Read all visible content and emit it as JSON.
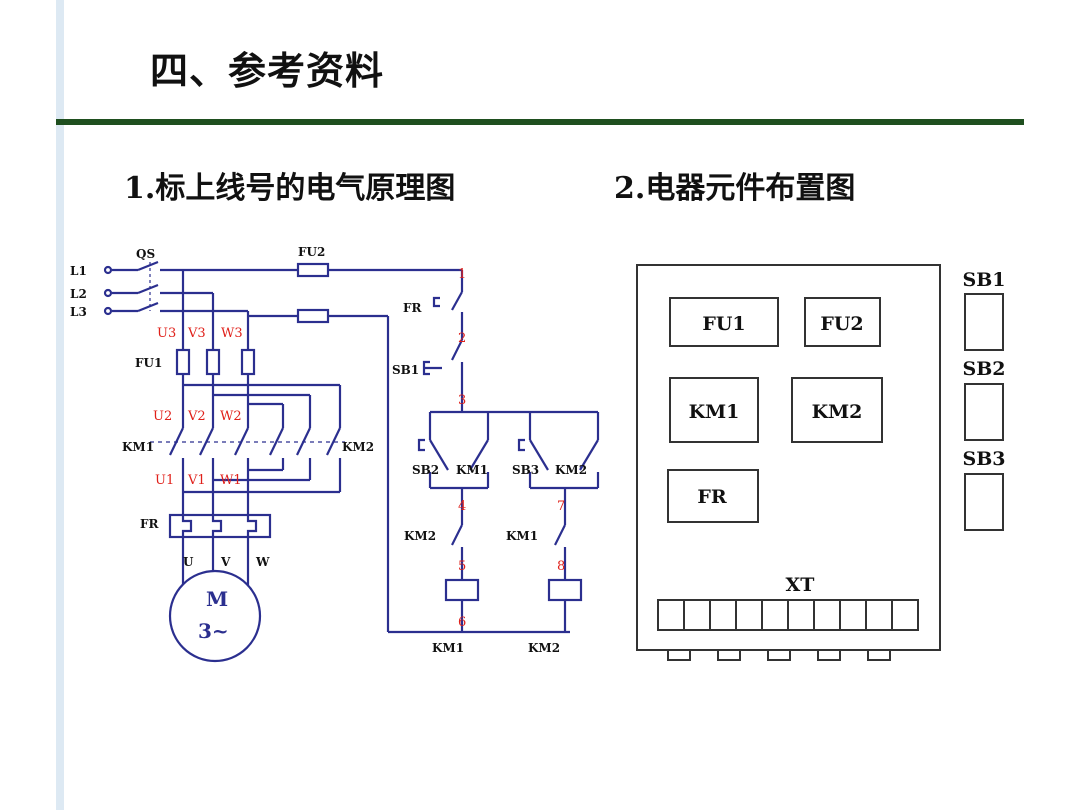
{
  "slide": {
    "title": "四、参考资料",
    "subtitle_left": "1.标上线号的电气原理图",
    "subtitle_right": "2.电器元件布置图"
  },
  "colors": {
    "wire": "#2b2f8f",
    "wire_number": "#e0201a",
    "rule": "#1f4f1f",
    "text": "#111111",
    "left_bar": "#dde9f3"
  },
  "schematic": {
    "phases": [
      "L1",
      "L2",
      "L3"
    ],
    "switch_label": "QS",
    "control_fuse_label": "FU2",
    "main_fuse_label": "FU1",
    "overload_label": "FR",
    "upper_terminals": [
      "U3",
      "V3",
      "W3"
    ],
    "mid_terminals": [
      "U2",
      "V2",
      "W2"
    ],
    "lower_terminals": [
      "U1",
      "V1",
      "W1"
    ],
    "motor_terminals": [
      "U",
      "V",
      "W"
    ],
    "motor_label": "M",
    "motor_sub": "3~",
    "contactor_left": "KM1",
    "contactor_right": "KM2",
    "control_labels": {
      "fr": "FR",
      "sb1": "SB1",
      "sb2": "SB2",
      "sb3": "SB3",
      "km1": "KM1",
      "km2": "KM2"
    },
    "wire_numbers": [
      "1",
      "2",
      "3",
      "4",
      "5",
      "6",
      "7",
      "8"
    ],
    "coil_labels": [
      "KM1",
      "KM2"
    ]
  },
  "layout_diagram": {
    "components": [
      "FU1",
      "FU2",
      "KM1",
      "KM2",
      "FR"
    ],
    "buttons": [
      "SB1",
      "SB2",
      "SB3"
    ],
    "terminal_block": "XT"
  }
}
